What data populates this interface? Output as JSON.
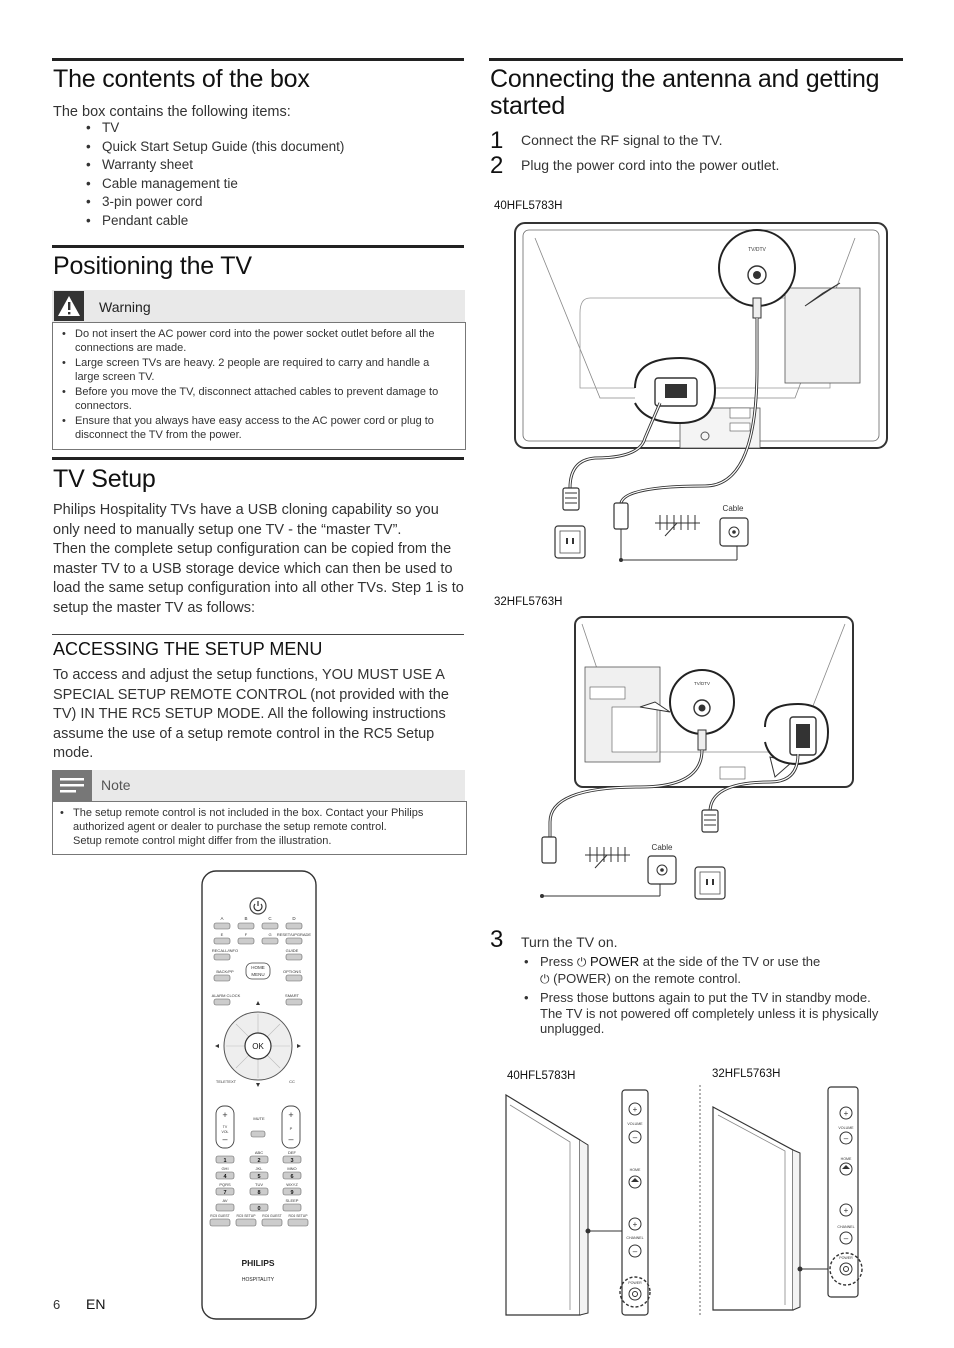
{
  "left": {
    "box_title": "The contents of the box",
    "box_intro": "The box contains the following items:",
    "box_items": [
      "TV",
      "Quick Start Setup Guide (this document)",
      "Warranty sheet",
      "Cable management tie",
      "3-pin power cord",
      "Pendant cable"
    ],
    "positioning_title": "Positioning the TV",
    "warning_label": "Warning",
    "warning_items": [
      "Do not insert the AC power cord into the power socket outlet before all the connections are made.",
      "Large screen TVs are heavy. 2 people are required to carry and handle a large screen TV.",
      "Before you move the TV, disconnect attached cables to prevent damage to connectors.",
      "Ensure that you always have easy access to the AC power cord or plug to disconnect the TV from the power."
    ],
    "setup_title": "TV Setup",
    "setup_p1": "Philips Hospitality TVs have a USB cloning capability so you only need to manually setup one TV - the “master TV”.",
    "setup_p2": "Then the complete setup configuration can be copied from the master TV to a USB storage device which can then be used to load the same setup configuration into all other TVs. Step 1 is to setup the master TV as follows:",
    "menu_title": "ACCESSING THE SETUP MENU",
    "menu_p": "To access and adjust the setup functions, YOU MUST USE A SPECIAL SETUP REMOTE CONTROL (not provided with the TV) IN THE RC5 SETUP MODE. All the following instructions assume the use of a setup remote control in the RC5 Setup mode.",
    "note_label": "Note",
    "note_line1": "The setup remote control is not included in the box. Contact your Philips authorized agent or dealer to purchase the setup remote control.",
    "note_line2": "Setup remote control might differ from the illustration."
  },
  "remote": {
    "row1": [
      "A",
      "B",
      "C",
      "D"
    ],
    "row2": [
      "E",
      "F",
      "G",
      "RESET/UPGRADE"
    ],
    "recall": "RECALL/INFO",
    "guide": "GUIDE",
    "back": "BACK/PP",
    "home": "HOME\nMENU",
    "options": "OPTIONS",
    "alarm": "ALARM CLOCK",
    "smart": "SMART",
    "ok": "OK",
    "teletext": "TELETEXT",
    "cc": "CC",
    "mute": "MUTE",
    "vol": "TV\nVOL",
    "ch": "P",
    "keys": [
      [
        "1",
        ""
      ],
      [
        "2",
        "ABC"
      ],
      [
        "3",
        "DEF"
      ],
      [
        "4",
        "GHI"
      ],
      [
        "5",
        "JKL"
      ],
      [
        "6",
        "MNO"
      ],
      [
        "7",
        "PQRS"
      ],
      [
        "8",
        "TUV"
      ],
      [
        "9",
        "WXYZ"
      ],
      [
        "0",
        ""
      ]
    ],
    "av": "AV",
    "sleep": "SLEEP",
    "bottom": [
      "RC5 GUEST",
      "RC5 SETUP",
      "RC6 GUEST",
      "RC6 SETUP"
    ],
    "brand": "PHILIPS",
    "sub": "HOSPITALITY"
  },
  "right": {
    "title_line1": "Connecting the antenna and getting",
    "title_line2": "started",
    "steps": [
      {
        "num": "1",
        "text": "Connect the RF signal to the TV."
      },
      {
        "num": "2",
        "text": "Plug the power cord into the power outlet."
      }
    ],
    "model_a": "40HFL5783H",
    "model_b": "32HFL5763H",
    "cable_label": "Cable",
    "tv_in": "TV/DTV",
    "step3_num": "3",
    "step3_text": "Turn the TV on.",
    "step3_b1_pre": "Press",
    "step3_b1_power": "POWER",
    "step3_b1_post": "at the side of the TV or use the",
    "step3_b1_line2": "(POWER) on the remote control.",
    "step3_b2": "Press those buttons again to put the TV in standby mode. The TV is not powered off completely unless it is physically unplugged.",
    "side_model_a": "40HFL5783H",
    "side_model_b": "32HFL5763H",
    "side_labels": {
      "volume": "VOLUME",
      "home": "HOME",
      "channel": "CHANNEL",
      "power": "POWER"
    }
  },
  "footer": {
    "page": "6",
    "lang": "EN"
  }
}
